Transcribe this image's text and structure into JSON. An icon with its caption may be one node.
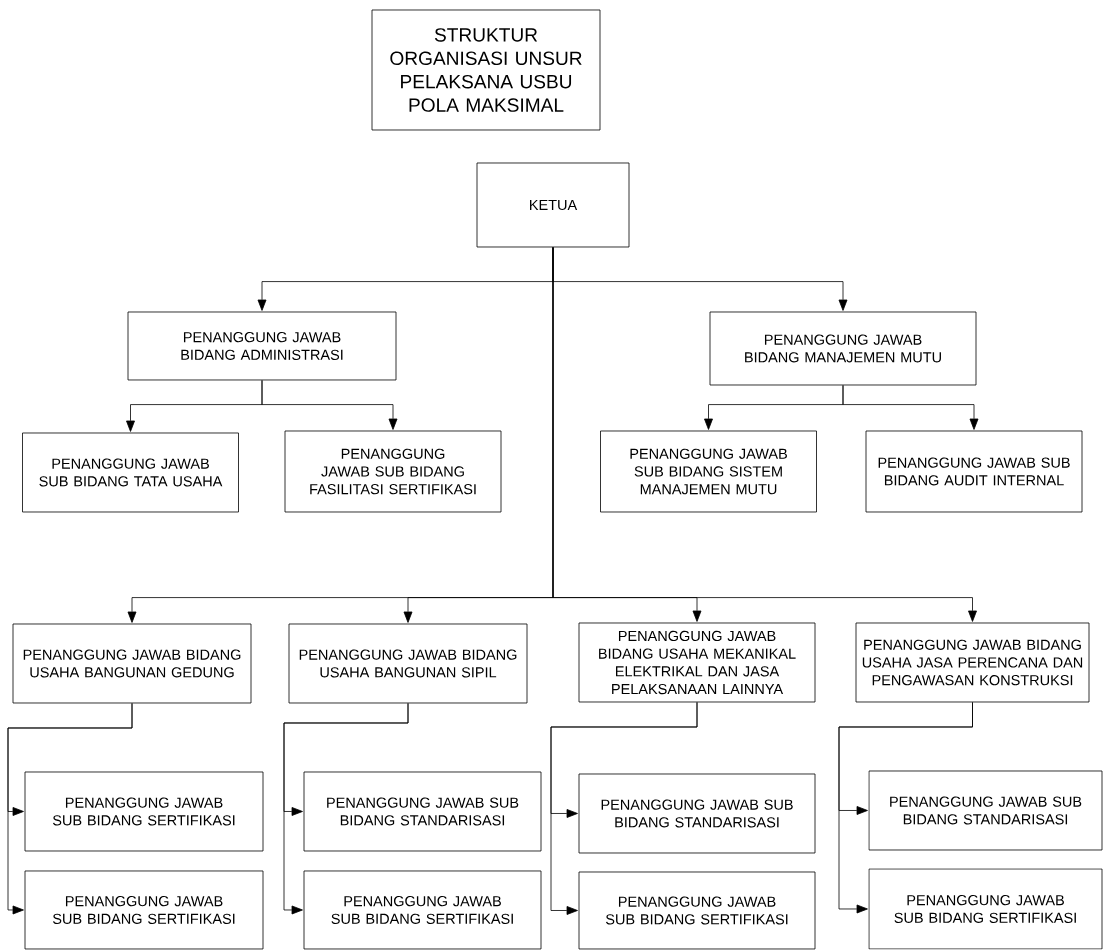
{
  "diagram": {
    "nodes": [
      {
        "text": [
          "STRUKTUR ORGANISASI UNSUR PELAKSANA USBU POLA MAKSIMAL"
        ]
      },
      {
        "text": [
          "KETUA"
        ]
      },
      {
        "text": [
          "PENANGGUNG JAWAB BIDANG ADMINISTRASI"
        ]
      },
      {
        "text": [
          "PENANGGUNG JAWAB BIDANG MANAJEMEN MUTU"
        ]
      },
      {
        "text": [
          "PENANGGUNG JAWAB SUB BIDANG TATA USAHA"
        ]
      },
      {
        "text": [
          "PENANGGUNG JAWAB SUB BIDANG FASILITASI SERTIFIKASI"
        ]
      },
      {
        "text": [
          "PENANGGUNG JAWAB SUB BIDANG SISTEM MANAJEMEN MUTU"
        ]
      },
      {
        "text": [
          "PENANGGUNG JAWAB SUB BIDANG AUDIT INTERNAL"
        ]
      },
      {
        "text": [
          "PENANGGUNG JAWAB BIDANG USAHA BANGUNAN GEDUNG"
        ]
      },
      {
        "text": [
          "PENANGGUNG JAWAB BIDANG USAHA BANGUNAN SIPIL"
        ]
      },
      {
        "text": [
          "PENANGGUNG JAWAB BIDANG USAHA MEKANIKAL ELEKTRIKAL DAN JASA PELAKSANAAN LAINNYA"
        ]
      },
      {
        "text": [
          "PENANGGUNG JAWAB BIDANG USAHA JASA PERENCANA DAN PENGAWASAN KONSTRUKSI"
        ]
      },
      {
        "text": [
          "PENANGGUNG JAWAB SUB BIDANG SERTIFIKASI"
        ]
      },
      {
        "text": [
          "PENANGGUNG JAWAB SUB BIDANG SERTIFIKASI"
        ]
      },
      {
        "text": [
          "PENANGGUNG JAWAB SUB BIDANG STANDARISASI"
        ]
      },
      {
        "text": [
          "PENANGGUNG JAWAB SUB BIDANG SERTIFIKASI"
        ]
      },
      {
        "text": [
          "PENANGGUNG JAWAB SUB BIDANG STANDARISASI"
        ]
      },
      {
        "text": [
          "PENANGGUNG JAWAB SUB BIDANG SERTIFIKASI"
        ]
      },
      {
        "text": [
          "PENANGGUNG JAWAB SUB BIDANG STANDARISASI"
        ]
      },
      {
        "text": [
          "PENANGGUNG JAWAB SUB BIDANG SERTIFIKASI"
        ]
      }
    ],
    "edges": [
      {
        "from": 1,
        "to": 2,
        "arrow": "to"
      },
      {
        "from": 1,
        "to": 3,
        "arrow": "to"
      },
      {
        "from": 2,
        "to": 4,
        "arrow": "to"
      },
      {
        "from": 2,
        "to": 5,
        "arrow": "to"
      },
      {
        "from": 3,
        "to": 6,
        "arrow": "to"
      },
      {
        "from": 3,
        "to": 7,
        "arrow": "to"
      },
      {
        "from": 1,
        "to": 8,
        "arrow": "to"
      },
      {
        "from": 1,
        "to": 9,
        "arrow": "to"
      },
      {
        "from": 1,
        "to": 10,
        "arrow": "to"
      },
      {
        "from": 1,
        "to": 11,
        "arrow": "to"
      },
      {
        "from": 8,
        "to": 12,
        "arrow": "to"
      },
      {
        "from": 8,
        "to": 13,
        "arrow": "to"
      },
      {
        "from": 9,
        "to": 14,
        "arrow": "to"
      },
      {
        "from": 9,
        "to": 15,
        "arrow": "to"
      },
      {
        "from": 10,
        "to": 16,
        "arrow": "to"
      },
      {
        "from": 10,
        "to": 17,
        "arrow": "to"
      },
      {
        "from": 11,
        "to": 18,
        "arrow": "to"
      },
      {
        "from": 11,
        "to": 19,
        "arrow": "to"
      }
    ]
  }
}
